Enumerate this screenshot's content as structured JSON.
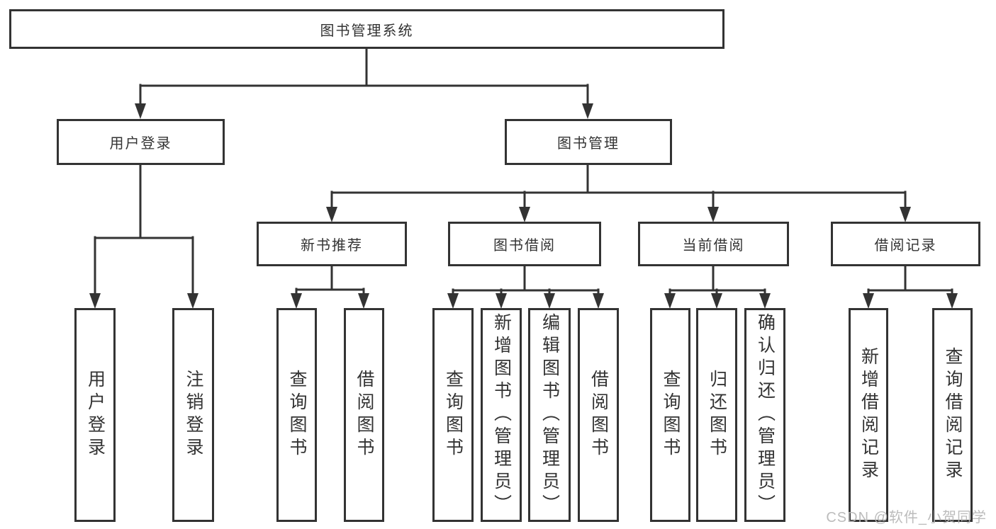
{
  "diagram": {
    "title": "图书管理系统",
    "colors": {
      "line": "#333333",
      "text": "#333333",
      "background": "#ffffff",
      "watermark": "#b5b5b5"
    },
    "nodes": {
      "root": "图书管理系统",
      "level2": [
        "用户登录",
        "图书管理"
      ],
      "level3": [
        "新书推荐",
        "图书借阅",
        "当前借阅",
        "借阅记录"
      ],
      "leaves": [
        "用户登录",
        "注销登录",
        "查询图书",
        "借阅图书",
        "查询图书",
        "新增图书（管理员）",
        "编辑图书（管理员）",
        "借阅图书",
        "查询图书",
        "归还图书",
        "确认归还（管理员）",
        "新增借阅记录",
        "查询借阅记录"
      ]
    },
    "structure": {
      "图书管理系统": [
        "用户登录",
        "图书管理"
      ],
      "用户登录": [
        "用户登录",
        "注销登录"
      ],
      "图书管理": [
        "新书推荐",
        "图书借阅",
        "当前借阅",
        "借阅记录"
      ],
      "新书推荐": [
        "查询图书",
        "借阅图书"
      ],
      "图书借阅": [
        "查询图书",
        "新增图书（管理员）",
        "编辑图书（管理员）",
        "借阅图书"
      ],
      "当前借阅": [
        "查询图书",
        "归还图书",
        "确认归还（管理员）"
      ],
      "借阅记录": [
        "新增借阅记录",
        "查询借阅记录"
      ]
    },
    "watermark": "CSDN @软件_小贺同学"
  }
}
